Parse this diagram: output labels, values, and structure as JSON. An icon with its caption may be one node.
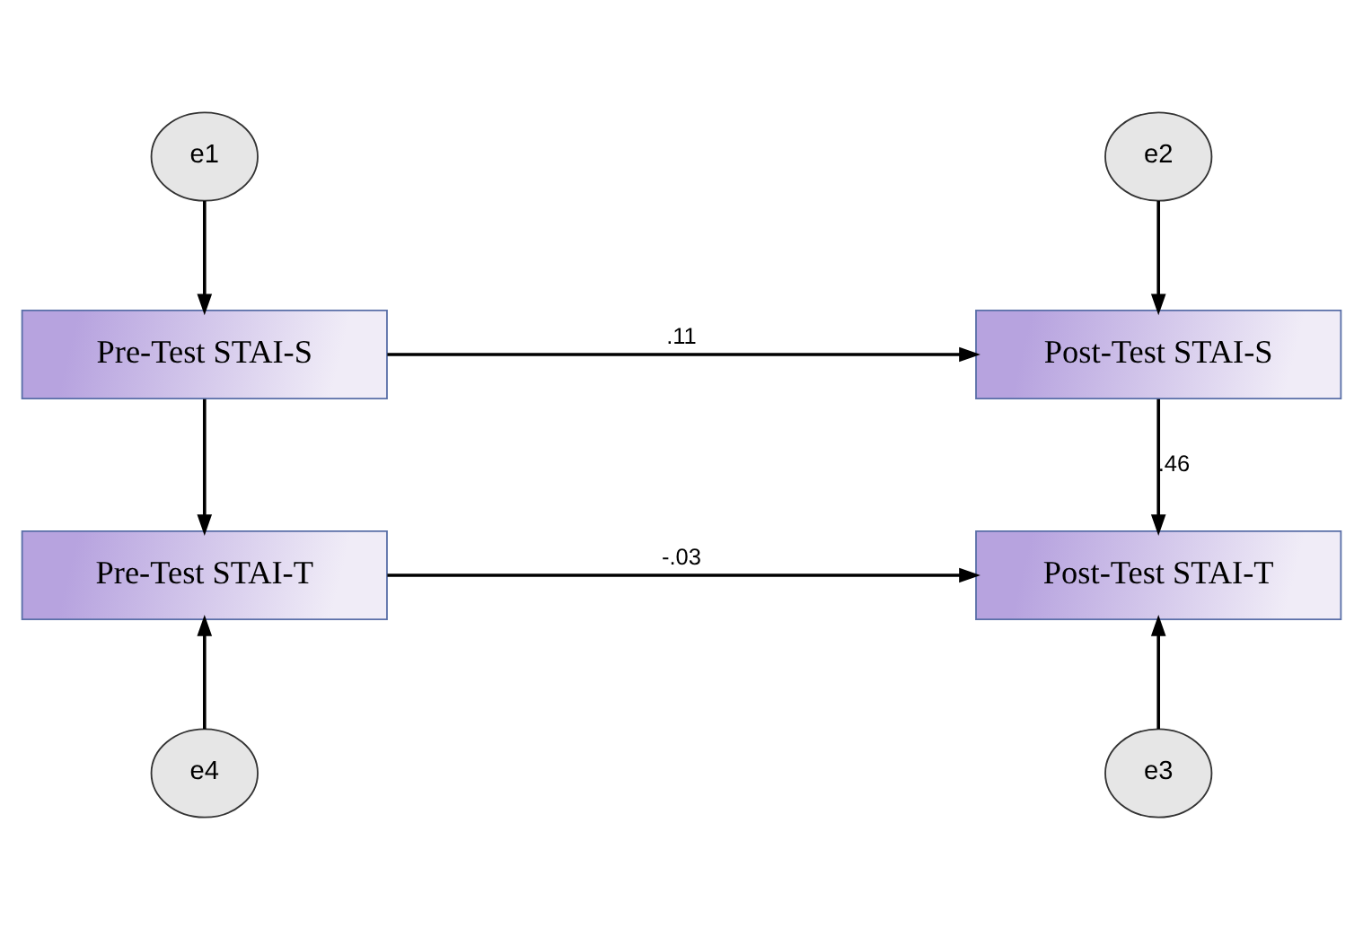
{
  "diagram": {
    "nodes": [
      {
        "text": [
          "e1"
        ]
      },
      {
        "text": [
          "e2"
        ]
      },
      {
        "text": [
          "Pre-Test STAI-S"
        ]
      },
      {
        "text": [
          "Post-Test STAI-S"
        ]
      },
      {
        "text": [
          "Pre-Test STAI-T"
        ]
      },
      {
        "text": [
          "Post-Test STAI-T"
        ]
      },
      {
        "text": [
          "e4"
        ]
      },
      {
        "text": [
          "e3"
        ]
      }
    ],
    "edges": [
      {
        "from": 0,
        "to": 2,
        "arrow": "to"
      },
      {
        "from": 1,
        "to": 3,
        "arrow": "to"
      },
      {
        "from": 2,
        "to": 3,
        "arrow": "to",
        "label": ".11"
      },
      {
        "from": 2,
        "to": 4,
        "arrow": "to"
      },
      {
        "from": 3,
        "to": 5,
        "arrow": "to",
        "label": ".46"
      },
      {
        "from": 4,
        "to": 5,
        "arrow": "to",
        "label": "-.03"
      },
      {
        "from": 6,
        "to": 4,
        "arrow": "to"
      },
      {
        "from": 7,
        "to": 5,
        "arrow": "to"
      }
    ]
  }
}
